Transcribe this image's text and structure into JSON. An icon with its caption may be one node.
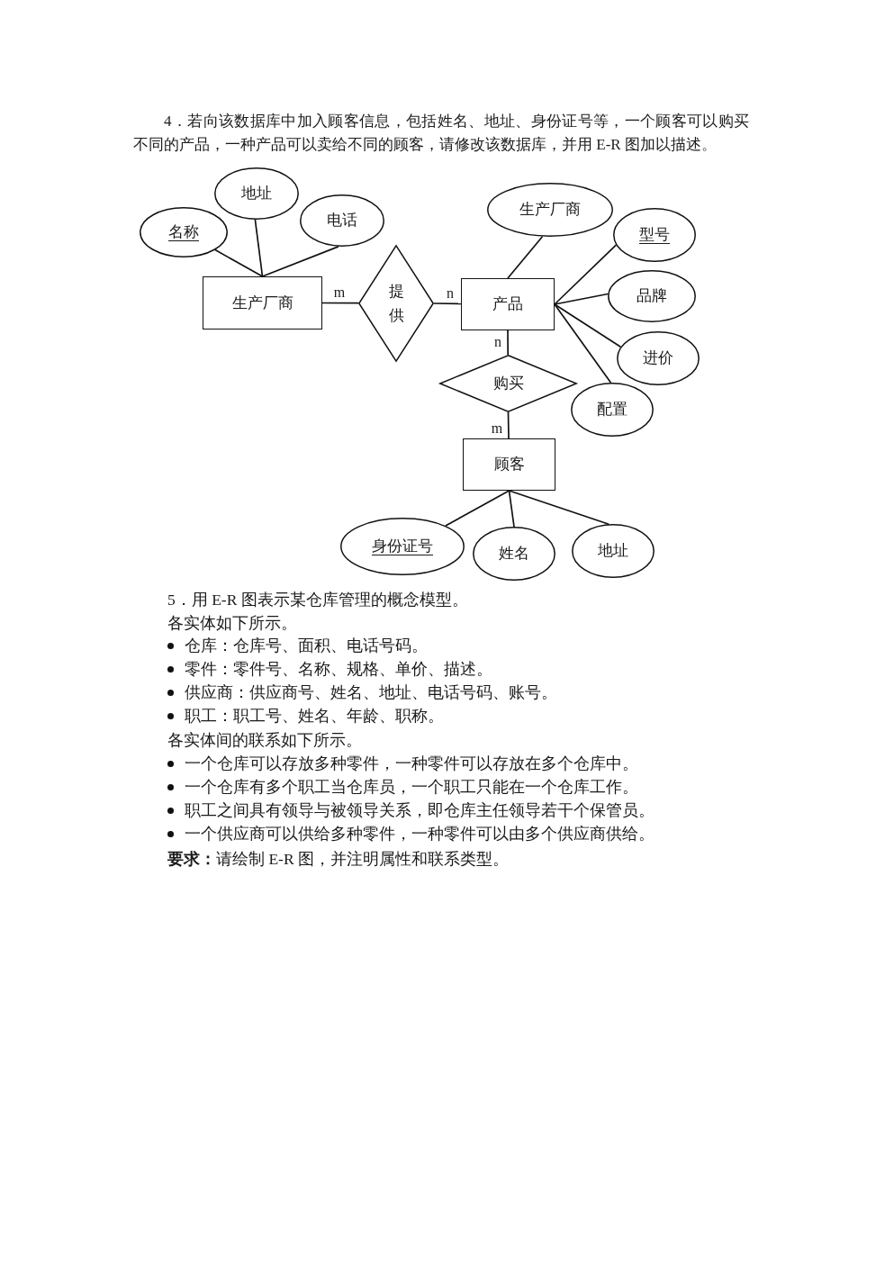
{
  "diagram": {
    "nodes": [
      {
        "text": [
          "名称"
        ]
      },
      {
        "text": [
          "地址"
        ]
      },
      {
        "text": [
          "电话"
        ]
      },
      {
        "text": [
          "生产厂商"
        ]
      },
      {
        "text": [
          "提供"
        ]
      },
      {
        "text": [
          "生产厂商"
        ]
      },
      {
        "text": [
          "型号"
        ]
      },
      {
        "text": [
          "产品"
        ]
      },
      {
        "text": [
          "品牌"
        ]
      },
      {
        "text": [
          "进价"
        ]
      },
      {
        "text": [
          "购买"
        ]
      },
      {
        "text": [
          "配置"
        ]
      },
      {
        "text": [
          "顾客"
        ]
      },
      {
        "text": [
          "身份证号"
        ]
      },
      {
        "text": [
          "姓名"
        ]
      },
      {
        "text": [
          "地址"
        ]
      }
    ],
    "edges": [
      {
        "from": 3,
        "to": 0,
        "arrow": "none"
      },
      {
        "from": 3,
        "to": 1,
        "arrow": "none"
      },
      {
        "from": 3,
        "to": 2,
        "arrow": "none"
      },
      {
        "from": 3,
        "to": 4,
        "arrow": "none",
        "label": "m"
      },
      {
        "from": 4,
        "to": 7,
        "arrow": "none",
        "label": "n"
      },
      {
        "from": 7,
        "to": 5,
        "arrow": "none"
      },
      {
        "from": 7,
        "to": 6,
        "arrow": "none"
      },
      {
        "from": 7,
        "to": 8,
        "arrow": "none"
      },
      {
        "from": 7,
        "to": 9,
        "arrow": "none"
      },
      {
        "from": 7,
        "to": 11,
        "arrow": "none"
      },
      {
        "from": 7,
        "to": 10,
        "arrow": "none",
        "label": "n"
      },
      {
        "from": 10,
        "to": 12,
        "arrow": "none",
        "label": "m"
      },
      {
        "from": 12,
        "to": 13,
        "arrow": "none"
      },
      {
        "from": 12,
        "to": 14,
        "arrow": "none"
      },
      {
        "from": 12,
        "to": 15,
        "arrow": "none"
      }
    ],
    "labels": [
      "4．若向该数据库中加入顾客信息，包括姓名、地址、身份证号等，一个顾客可以购买不同的产品，一种产品可以卖给不同的顾客，请修改该数据库，并用 E-R 图加以描述。",
      "5．用 E-R 图表示某仓库管理的概念模型。",
      "各实体如下所示。",
      "仓库：仓库号、面积、电话号码。",
      "零件：零件号、名称、规格、单价、描述。",
      "供应商：供应商号、姓名、地址、电话号码、账号。",
      "职工：职工号、姓名、年龄、职称。",
      "各实体间的联系如下所示。",
      "一个仓库可以存放多种零件，一种零件可以存放在多个仓库中。",
      "一个仓库有多个职工当仓库员，一个职工只能在一个仓库工作。",
      "职工之间具有领导与被领导关系，即仓库主任领导若干个保管员。",
      "一个供应商可以供给多种零件，一种零件可以由多个供应商供给。",
      "**要求：**请绘制 E-R 图，并注明属性和联系类型。"
    ]
  }
}
